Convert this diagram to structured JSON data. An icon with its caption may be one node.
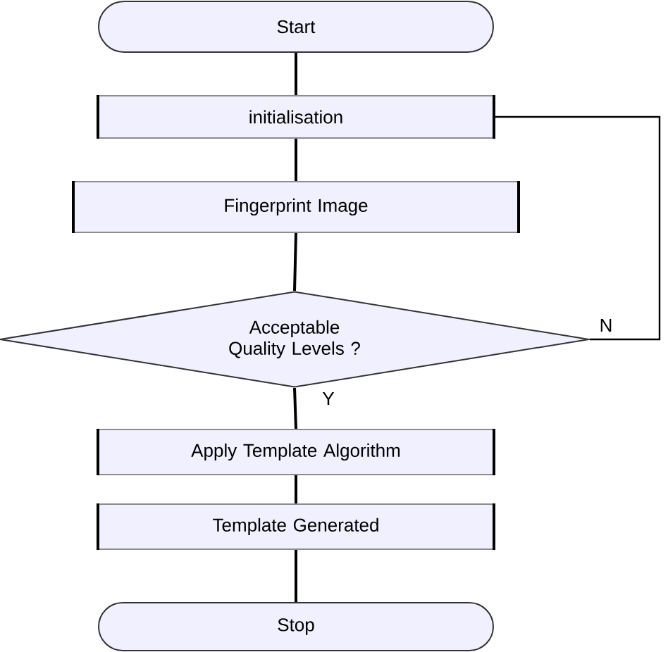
{
  "diagram": {
    "nodes": [
      {
        "text": [
          "Start"
        ]
      },
      {
        "text": [
          "initialisation"
        ]
      },
      {
        "text": [
          "Fingerprint Image"
        ]
      },
      {
        "text": [
          "Acceptable Quality Levels ?"
        ]
      },
      {
        "text": [
          "Apply Template Algorithm"
        ]
      },
      {
        "text": [
          "Template Generated"
        ]
      },
      {
        "text": [
          "Stop"
        ]
      }
    ],
    "edges": [
      {
        "from": 0,
        "to": 1,
        "arrow": "none"
      },
      {
        "from": 1,
        "to": 2,
        "arrow": "none"
      },
      {
        "from": 2,
        "to": 3,
        "arrow": "none"
      },
      {
        "from": 3,
        "to": 4,
        "arrow": "none",
        "label": "Y"
      },
      {
        "from": 4,
        "to": 5,
        "arrow": "none"
      },
      {
        "from": 5,
        "to": 6,
        "arrow": "none"
      },
      {
        "from": 3,
        "to": 1,
        "arrow": "none",
        "label": "N"
      }
    ]
  }
}
